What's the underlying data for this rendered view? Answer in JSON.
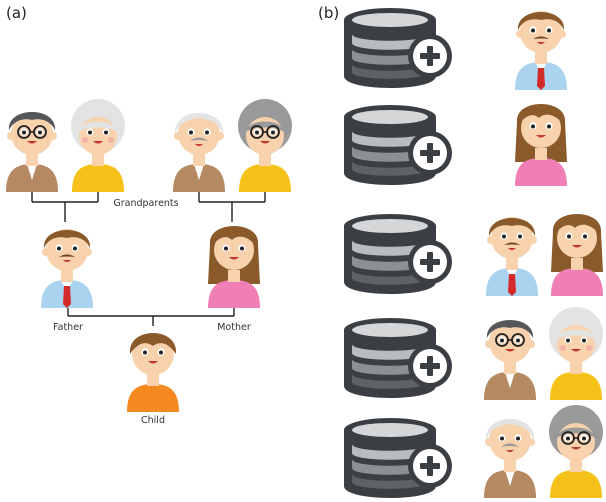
{
  "panel_a": {
    "label": "(a)",
    "grandparents_label": "Grandparents",
    "father_label": "Father",
    "mother_label": "Mother",
    "child_label": "Child"
  },
  "panel_b": {
    "label": "(b)"
  },
  "colors": {
    "line": "#222222",
    "db_dark": "#3b3f44",
    "db_light": "#d4d6d8",
    "db_mid": "#8c8f93",
    "skin": "#f7d2ad",
    "hair_brown": "#8a5a2b",
    "hair_grey": "#9a9a9a",
    "hair_white": "#e3e3e3",
    "hair_dark": "#55575a",
    "shirt_blue": "#a9d3ee",
    "tie_red": "#d32a2a",
    "shirt_pink": "#ef7fb5",
    "shirt_orange": "#f48a1f",
    "shirt_yellow": "#f6c21a",
    "shirt_tan": "#b58a62"
  }
}
